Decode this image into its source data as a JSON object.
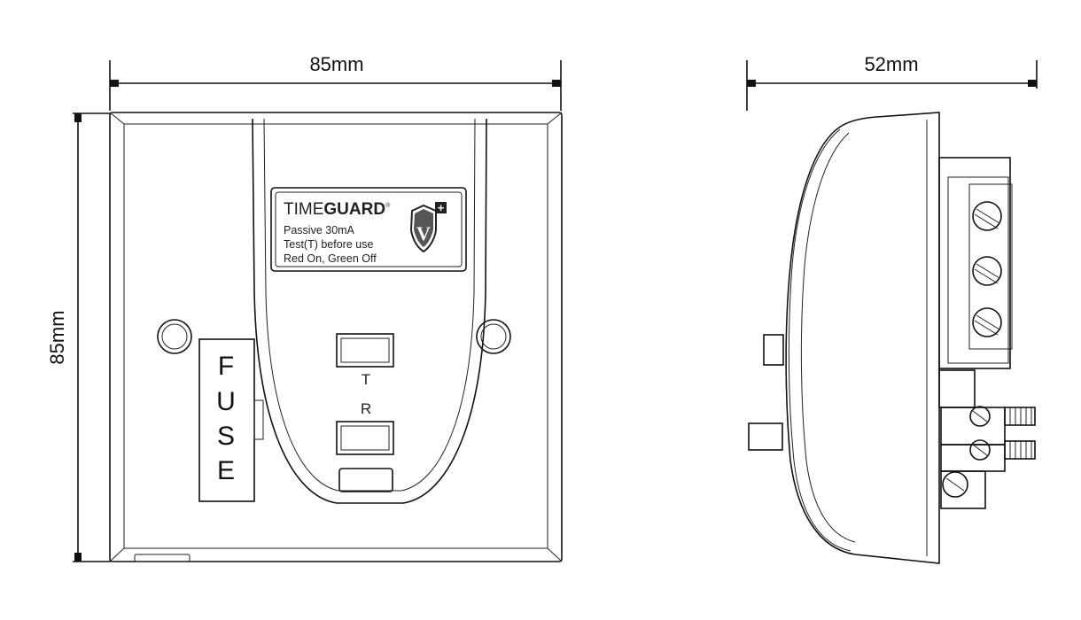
{
  "dimensions": {
    "front_width": "85mm",
    "front_height": "85mm",
    "side_depth": "52mm"
  },
  "label": {
    "brand_prefix": "TIME",
    "brand_suffix": "GUARD",
    "trademark": "®",
    "shield_letter": "V",
    "shield_plus": "+",
    "line1": "Passive 30mA",
    "line2": "Test(T) before use",
    "line3": "Red On, Green Off"
  },
  "fuse": {
    "letters": [
      "F",
      "U",
      "S",
      "E"
    ]
  },
  "buttons": {
    "test_label": "T",
    "reset_label": "R"
  }
}
